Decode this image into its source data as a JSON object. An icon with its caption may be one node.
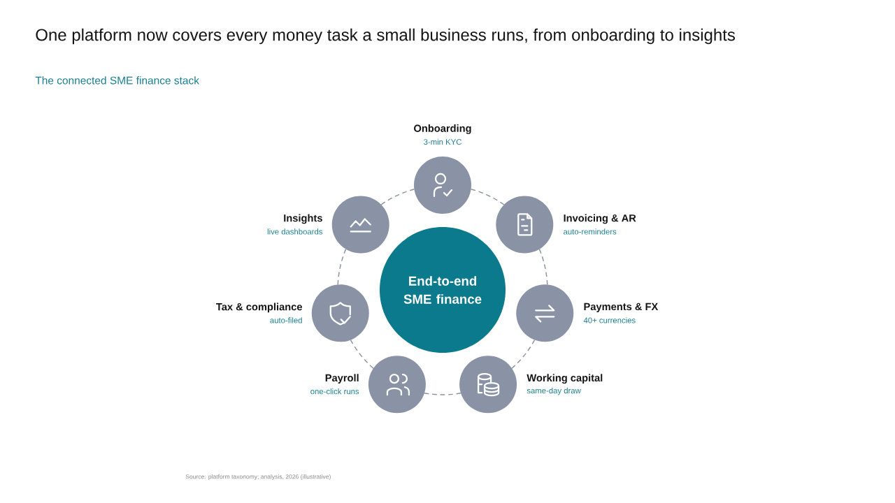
{
  "diagram": {
    "title": "One platform now covers every money task a small business runs, from onboarding to insights",
    "nodes": [
      {
        "text": [
          "End-to-end SME finance"
        ]
      },
      {
        "text": [
          "Onboarding",
          "3-min KYC"
        ]
      },
      {
        "text": [
          "Invoicing & AR",
          "auto-reminders"
        ]
      },
      {
        "text": [
          "Payments & FX",
          "40+ currencies"
        ]
      },
      {
        "text": [
          "Working capital",
          "same-day draw"
        ]
      },
      {
        "text": [
          "Payroll",
          "one-click runs"
        ]
      },
      {
        "text": [
          "Tax & compliance",
          "auto-filed"
        ]
      },
      {
        "text": [
          "Insights",
          "live dashboards"
        ]
      }
    ],
    "edges": [
      {
        "from": 1,
        "to": 2,
        "arrow": "none",
        "style": "dashed"
      },
      {
        "from": 2,
        "to": 3,
        "arrow": "none",
        "style": "dashed"
      },
      {
        "from": 3,
        "to": 4,
        "arrow": "none",
        "style": "dashed"
      },
      {
        "from": 4,
        "to": 5,
        "arrow": "none",
        "style": "dashed"
      },
      {
        "from": 5,
        "to": 6,
        "arrow": "none",
        "style": "dashed"
      },
      {
        "from": 6,
        "to": 7,
        "arrow": "none",
        "style": "dashed"
      },
      {
        "from": 7,
        "to": 1,
        "arrow": "none",
        "style": "dashed"
      }
    ],
    "labels": [
      "The connected SME finance stack",
      "Source: platform taxonomy; analysis, 2026 (illustrative)"
    ]
  }
}
